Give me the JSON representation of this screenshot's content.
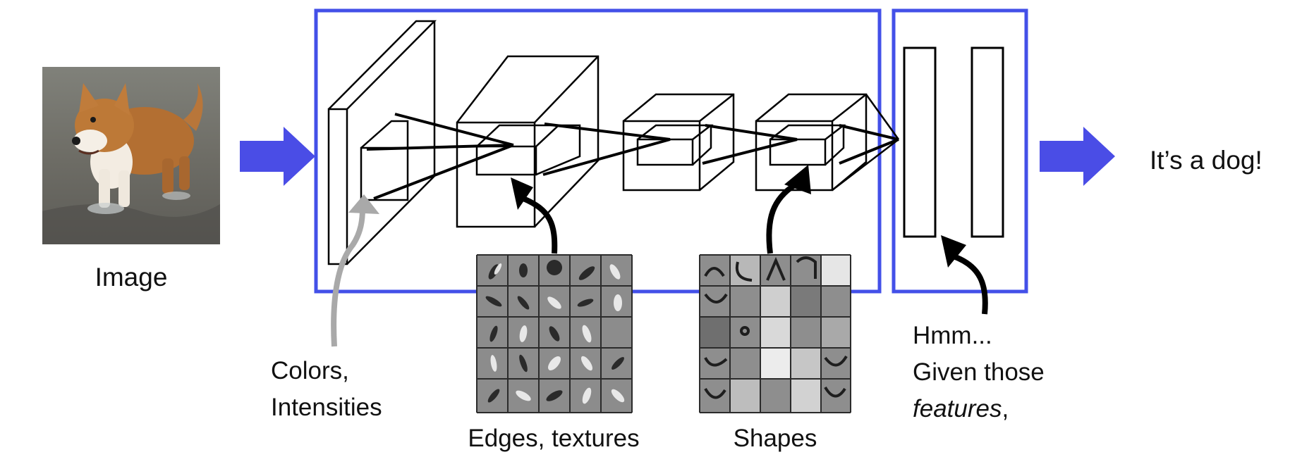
{
  "labels": {
    "image": "Image",
    "output": "It’s a dog!",
    "colors_line1": "Colors,",
    "colors_line2": "Intensities",
    "edges": "Edges, textures",
    "shapes": "Shapes",
    "hmm_line1": "Hmm...",
    "hmm_line2": "Given those",
    "hmm_line3_italic": "features",
    "hmm_line3_rest": ","
  },
  "icons": {
    "input_photo": "corgi-dog-photo",
    "edge_filters": "edge-filter-grid-image",
    "shape_filters": "shape-filter-grid-image"
  },
  "colors": {
    "frame_blue": "#4350e8",
    "arrow_blue": "#4a4de6",
    "outline": "#000000",
    "gray_arrow": "#a9a9a9"
  }
}
